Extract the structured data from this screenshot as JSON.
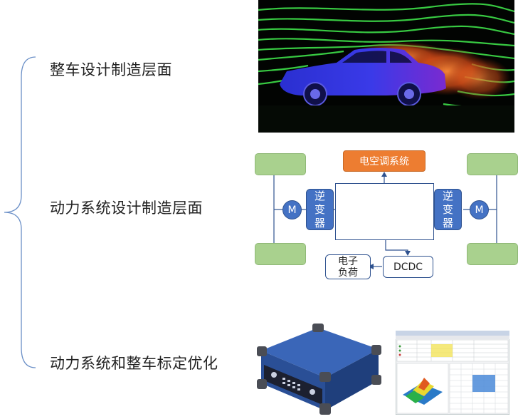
{
  "headings": {
    "h1": "整车设计制造层面",
    "h2": "动力系统设计制造层面",
    "h3": "动力系统和整车标定优化"
  },
  "diagram": {
    "ac": "电空调系统",
    "inverter_left": [
      "逆",
      "变",
      "器"
    ],
    "inverter_right": [
      "逆",
      "变",
      "器"
    ],
    "motor_left": "M",
    "motor_right": "M",
    "load": [
      "电子",
      "负荷"
    ],
    "dcdc": "DCDC"
  },
  "colors": {
    "wheel": "#a9d18e",
    "ac": "#ed7d31",
    "component": "#4472c4",
    "line": "#2f528f"
  }
}
